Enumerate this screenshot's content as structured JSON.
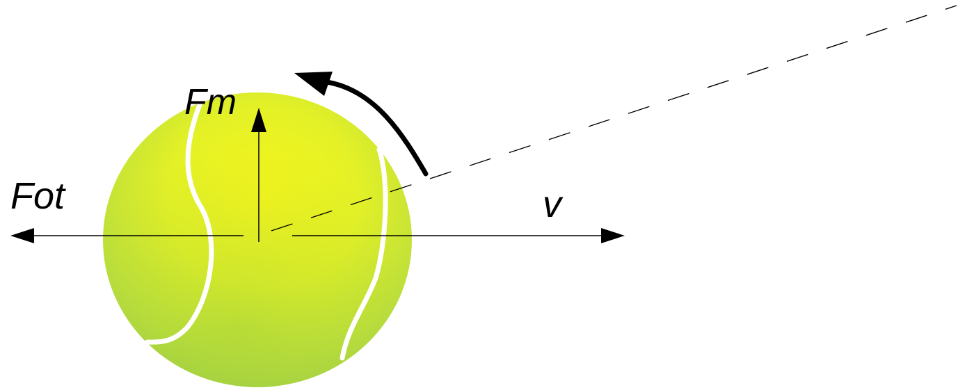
{
  "labels": {
    "magnus_force": "Fm",
    "drag_force": "Fot",
    "velocity": "v"
  },
  "colors": {
    "ball_light": "#f2f21e",
    "ball_mid": "#d6ec2c",
    "ball_shadow": "#9ccc3a",
    "seam": "#ffffff",
    "ink": "#000000"
  },
  "icons": {
    "spin": "curved-arrow-icon",
    "ball": "tennis-ball-icon"
  }
}
